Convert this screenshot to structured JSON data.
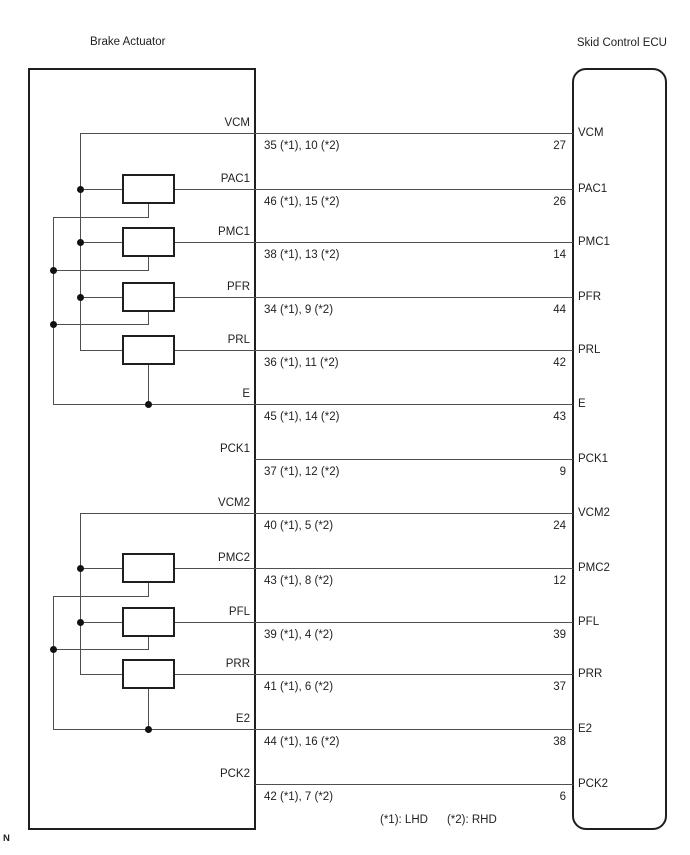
{
  "titles": {
    "left_box": "Brake Actuator",
    "right_box": "Skid Control ECU"
  },
  "legend": {
    "item1": "(*1): LHD",
    "item2": "(*2): RHD"
  },
  "corner_mark": "N",
  "colors": {
    "background": "#ffffff",
    "box_line": "#1f1f1f",
    "wire": "#4f4f4f",
    "junction_dot": "#111111"
  },
  "rows": [
    {
      "signal": "VCM",
      "wire_label": "35 (*1), 10 (*2)",
      "ecu_pin": "27",
      "wiring": "bus_source",
      "coil": false
    },
    {
      "signal": "PAC1",
      "wire_label": "46 (*1), 15 (*2)",
      "ecu_pin": "26",
      "wiring": "coil",
      "coil": true
    },
    {
      "signal": "PMC1",
      "wire_label": "38 (*1), 13 (*2)",
      "ecu_pin": "14",
      "wiring": "coil",
      "coil": true
    },
    {
      "signal": "PFR",
      "wire_label": "34 (*1), 9 (*2)",
      "ecu_pin": "44",
      "wiring": "coil",
      "coil": true
    },
    {
      "signal": "PRL",
      "wire_label": "36 (*1), 11 (*2)",
      "ecu_pin": "42",
      "wiring": "coil",
      "coil": true
    },
    {
      "signal": "E",
      "wire_label": "45 (*1), 14 (*2)",
      "ecu_pin": "43",
      "wiring": "ground",
      "coil": false
    },
    {
      "signal": "PCK1",
      "wire_label": "37 (*1), 12 (*2)",
      "ecu_pin": "9",
      "wiring": "plain",
      "coil": false
    },
    {
      "signal": "VCM2",
      "wire_label": "40 (*1), 5 (*2)",
      "ecu_pin": "24",
      "wiring": "bus_source",
      "coil": false
    },
    {
      "signal": "PMC2",
      "wire_label": "43 (*1), 8 (*2)",
      "ecu_pin": "12",
      "wiring": "coil",
      "coil": true
    },
    {
      "signal": "PFL",
      "wire_label": "39 (*1), 4 (*2)",
      "ecu_pin": "39",
      "wiring": "coil",
      "coil": true
    },
    {
      "signal": "PRR",
      "wire_label": "41 (*1), 6 (*2)",
      "ecu_pin": "37",
      "wiring": "coil",
      "coil": true
    },
    {
      "signal": "E2",
      "wire_label": "44 (*1), 16 (*2)",
      "ecu_pin": "38",
      "wiring": "ground",
      "coil": false
    },
    {
      "signal": "PCK2",
      "wire_label": "42 (*1), 7 (*2)",
      "ecu_pin": "6",
      "wiring": "plain",
      "coil": false
    }
  ]
}
